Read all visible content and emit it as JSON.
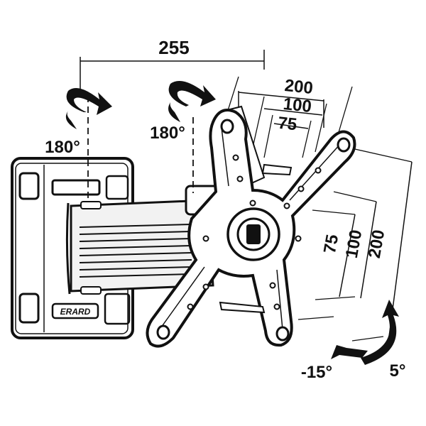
{
  "diagram": {
    "dimensions": {
      "arm_length": "255",
      "vesa_horizontal": [
        "200",
        "100",
        "75"
      ],
      "vesa_vertical": [
        "75",
        "100",
        "200"
      ]
    },
    "rotation": {
      "wall_swivel": "180°",
      "arm_swivel": "180°"
    },
    "tilt": {
      "down": "-15°",
      "up": "5°"
    },
    "brand_label": "ERARD",
    "colors": {
      "ink": "#111111",
      "fill": "#ffffff",
      "arm_fill": "#f2f2f2"
    }
  }
}
